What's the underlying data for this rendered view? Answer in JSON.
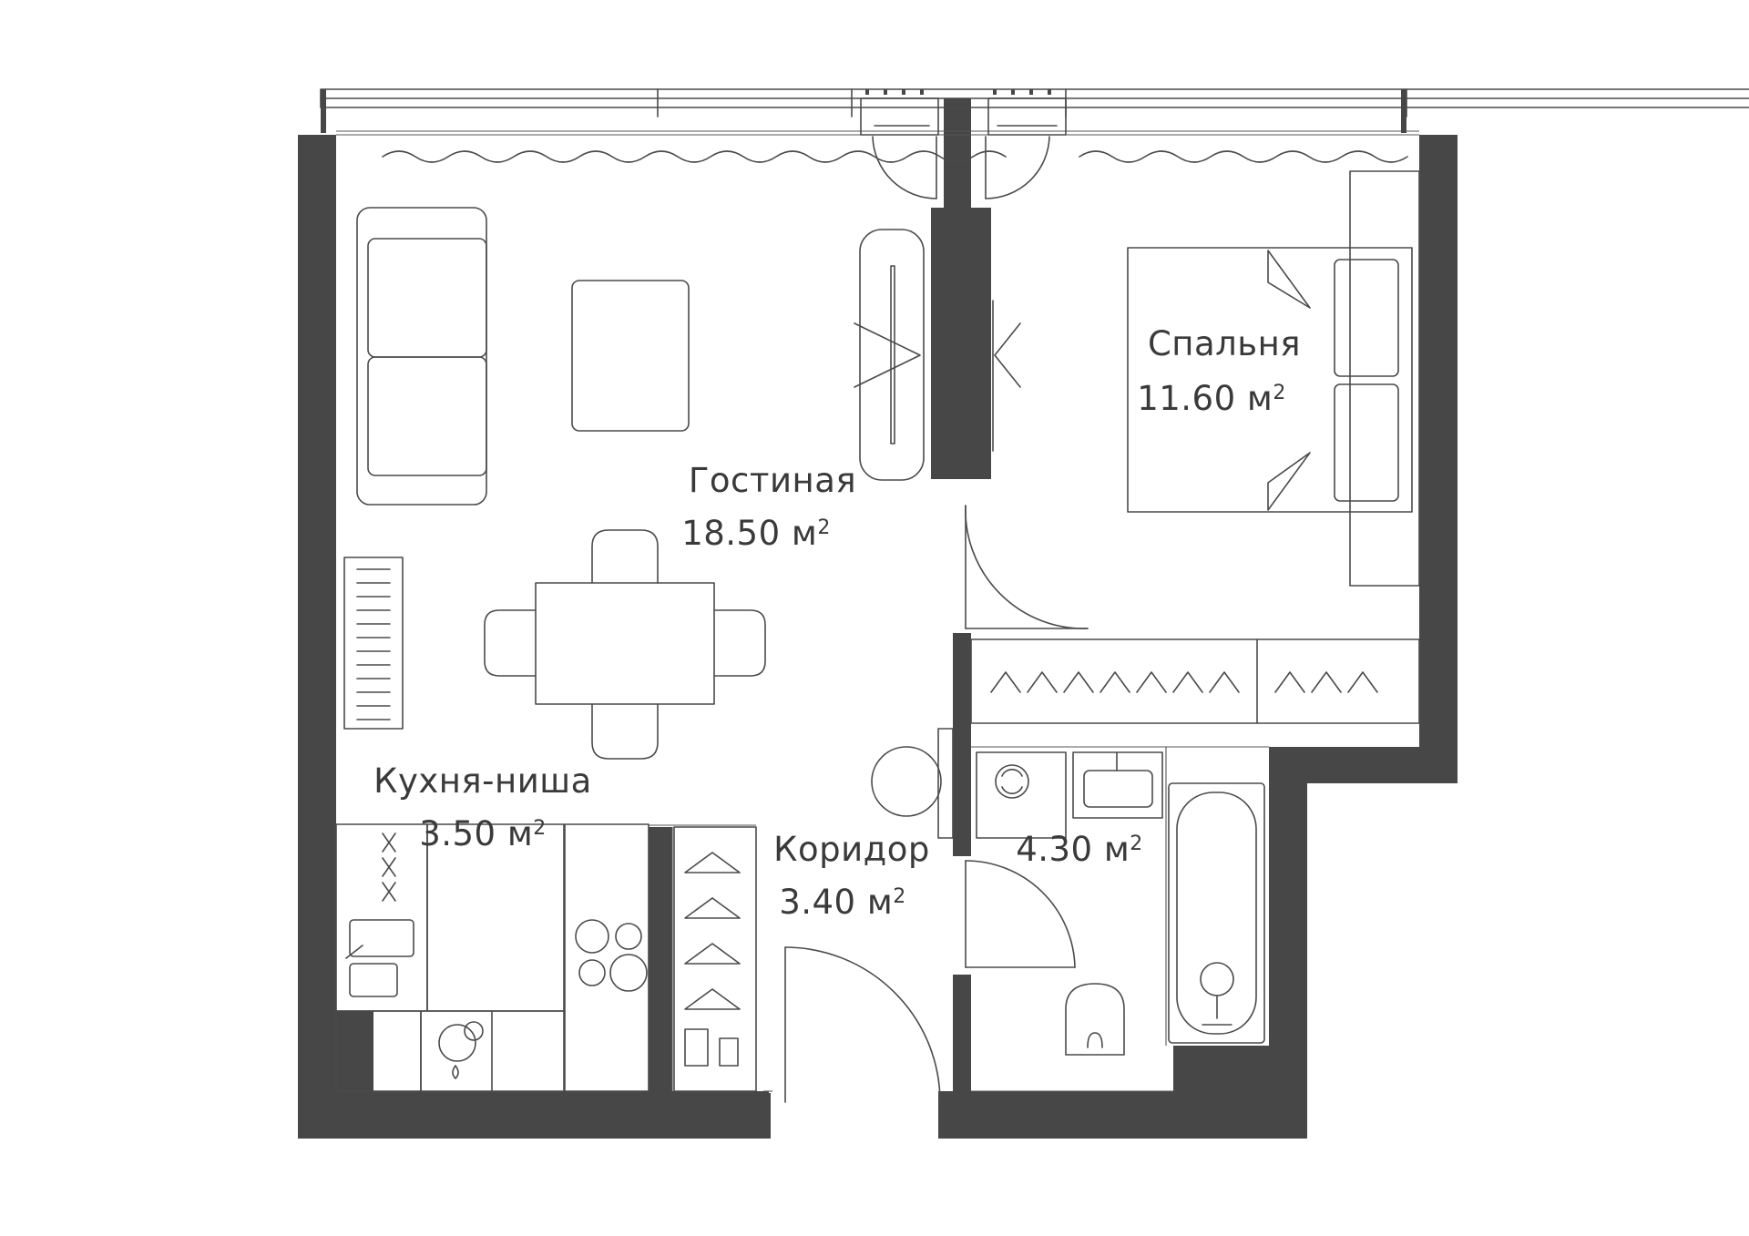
{
  "colors": {
    "wall": "#474747",
    "line": "#4a4a4a",
    "text": "#3a3a3a",
    "background": "#ffffff"
  },
  "rooms": [
    {
      "id": "living",
      "name": "Гостиная",
      "area_value": "18.50",
      "unit": "м",
      "sup": "2"
    },
    {
      "id": "bedroom",
      "name": "Спальня",
      "area_value": "11.60",
      "unit": "м",
      "sup": "2"
    },
    {
      "id": "kitchen",
      "name": "Кухня-ниша",
      "area_value": "3.50",
      "unit": "м",
      "sup": "2"
    },
    {
      "id": "corridor",
      "name": "Коридор",
      "area_value": "3.40",
      "unit": "м",
      "sup": "2"
    },
    {
      "id": "bathroom",
      "name": "",
      "area_value": "4.30",
      "unit": "м",
      "sup": "2"
    }
  ],
  "icons": {
    "sofa": "sofa-icon",
    "bed": "bed-icon",
    "table": "dining-table-icon",
    "wardrobe": "wardrobe-icon",
    "bathtub": "bathtub-icon",
    "toilet": "toilet-icon",
    "sink": "sink-icon",
    "washer": "washing-machine-icon",
    "stove": "stove-icon",
    "radiator": "radiator-icon"
  }
}
